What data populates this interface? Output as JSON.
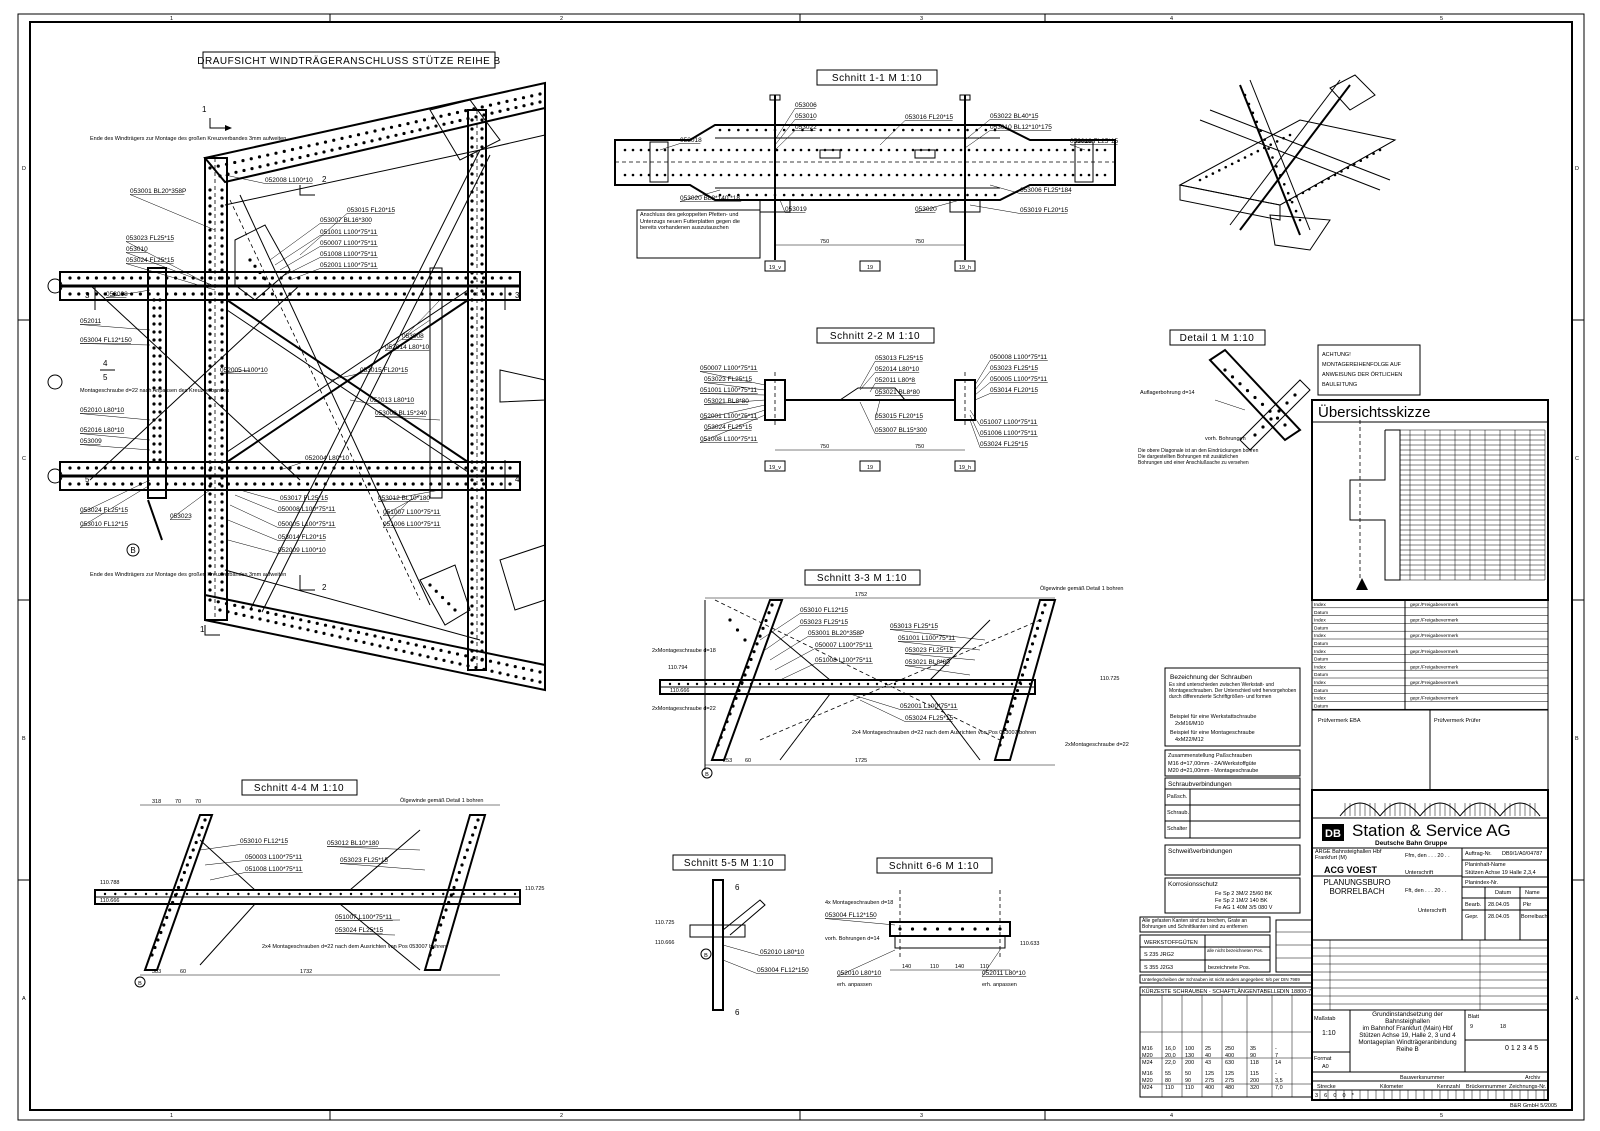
{
  "frame": {
    "cols": [
      "1",
      "2",
      "3",
      "4",
      "5"
    ],
    "rows": [
      "D",
      "C",
      "B",
      "A"
    ]
  },
  "main_view": {
    "title": "DRAUFSICHT WINDTRÄGERANSCHLUSS STÜTZE REIHE B",
    "section_marks": [
      "1",
      "1",
      "2",
      "2",
      "3",
      "3",
      "4",
      "4",
      "5",
      "5"
    ],
    "axis": "B",
    "labels": [
      "053001 BL20*358P",
      "053023 FL25*15",
      "053010",
      "053024 FL25*15",
      "053008",
      "052011",
      "053004 FL12*150",
      "052010 L80*10",
      "052016 L80*10",
      "053009",
      "053024 FL25*15",
      "053010 FL12*15",
      "053023",
      "052008 L100*10",
      "053015 FL20*15",
      "053007 BL16*300",
      "051001 L100*75*11",
      "050007 L100*75*11",
      "051008 L100*75*11",
      "052001 L100*75*11",
      "053008",
      "052014 L80*10",
      "052005 L100*10",
      "053015 FL20*15",
      "052013 L80*10",
      "053008 BL15*240",
      "052004 L80*10",
      "053017 FL25*15",
      "050008 L100*75*11",
      "050005 L100*75*11",
      "053014 FL20*15",
      "052009 L100*10",
      "053012 BL10*180",
      "051007 L100*75*11",
      "051006 L100*75*11"
    ],
    "notes": [
      "Ende des Windträgers zur Montage des großen Kreuzverbandes 3mm aufweiten",
      "Ende des Windträgers zur Montage des großen Kreuzverbandes 3mm aufweiten",
      "Montageschraube d=22 nach Anpassen des Kreuzverbandes"
    ]
  },
  "sections": [
    {
      "title": "Schnitt 1-1   M 1:10",
      "labels": [
        "053006",
        "053010",
        "053022",
        "053018",
        "053016 FL20*15",
        "053022 BL40*15",
        "053010 BL12*10*175",
        "053018 FL25*15",
        "053020 BL8*140,*18",
        "053019",
        "053020",
        "053006 FL25*184",
        "053019 FL20*15"
      ],
      "axes": [
        "19_v",
        "19",
        "19_h"
      ],
      "dims": [
        "750",
        "750"
      ],
      "note": "Anschluss des gekoppelten Pfetten- und Unterzugs neuen Futterplatten gegen die bereits vorhandenen auszutauschen"
    },
    {
      "title": "Schnitt 2-2   M 1:10",
      "labels": [
        "050007 L100*75*11",
        "053023 FL25*15",
        "051001 L100*75*11",
        "053021 BL8*80",
        "052001 L100*75*11",
        "053024 FL25*15",
        "051008 L100*75*11",
        "053013 FL25*15",
        "052014 L80*10",
        "052011 L80*8",
        "053021 BL8*80",
        "053015 FL20*15",
        "053007 BL15*300",
        "050008 L100*75*11",
        "053023 FL25*15",
        "050005 L100*75*11",
        "053014 FL20*15",
        "051007 L100*75*11",
        "051006 L100*75*11",
        "053024 FL25*15"
      ],
      "axes": [
        "19_v",
        "19",
        "19_h"
      ],
      "dims": [
        "750",
        "750"
      ]
    },
    {
      "title": "Schnitt 3-3   M 1:10",
      "labels": [
        "053010 FL12*15",
        "053023 FL25*15",
        "053001 BL20*358P",
        "050007 L100*75*11",
        "051008 L100*75*11",
        "053013 FL25*15",
        "051001 L100*75*11",
        "053023 FL25*15",
        "053021 BL8*80",
        "052001 L100*75*11",
        "053024 FL25*15"
      ],
      "notes": [
        "2xMontageschraube d=18",
        "2xMontageschraube d=22",
        "2x4 Montageschrauben d=22 nach dem Ausrichten von Pos 053007 bohren",
        "Ölgewinde gemäß Detail 1 bohren",
        "2xMontageschraube d=22"
      ],
      "levels": [
        "110.794",
        "110.725",
        "110.666"
      ],
      "dims": [
        "1752",
        "1725",
        "253",
        "60"
      ],
      "axis": "B"
    },
    {
      "title": "Schnitt 4-4   M 1:10",
      "labels": [
        "053010 FL12*15",
        "050003 L100*75*11",
        "051008 L100*75*11",
        "053012 BL10*180",
        "053023 FL25*15",
        "051007 L100*75*11",
        "053024 FL25*15"
      ],
      "notes": [
        "2x4 Montageschrauben d=22 nach dem Ausrichten von Pos 053007 bohren",
        "Ölgewinde gemäß Detail 1 bohren"
      ],
      "levels": [
        "110.788",
        "110.725",
        "110.666"
      ],
      "dims": [
        "318",
        "70",
        "70",
        "1732",
        "383",
        "60"
      ],
      "axis": "B"
    },
    {
      "title": "Schnitt 5-5   M 1:10",
      "labels": [
        "052010 L80*10",
        "053004 FL12*150"
      ],
      "levels": [
        "110.725",
        "110.666"
      ],
      "marks": [
        "6",
        "6"
      ],
      "axis": "B"
    },
    {
      "title": "Schnitt 6-6   M 1:10",
      "labels": [
        "053004 FL12*150",
        "052010 L80*10",
        "052011 L80*10"
      ],
      "notes": [
        "4x Montageschrauben d=18",
        "vorh. Bohrungen d=14",
        "erh. anpassen",
        "erh. anpassen"
      ],
      "dims": [
        "140",
        "110",
        "140",
        "110"
      ],
      "levels": [
        "110.633"
      ]
    }
  ],
  "detail1": {
    "title": "Detail 1   M 1:10",
    "labels": [
      "Auflagerbohrung d=14",
      "vorh. Bohrungen"
    ],
    "note": "Die obere Diagonale ist an den Eindrückungen bohren Die dargestellten Bohrungen mit zusätzlichen Bohrungen und einer Anschlußsache zu versehen"
  },
  "achtung": {
    "lines": [
      "ACHTUNG!",
      "MONTAGEREIHENFOLGE AUF",
      "ANWEISUNG DER ÖRTLICHEN",
      "BAULEITUNG"
    ]
  },
  "overview": {
    "title": "Übersichtsskizze"
  },
  "revisions": {
    "rows": [
      "Index",
      "Datum",
      "Index",
      "Datum",
      "Index",
      "Datum",
      "Index",
      "Datum",
      "Index",
      "Datum",
      "Index",
      "Datum",
      "Index",
      "Datum"
    ],
    "right": "gepr./Freigabevermerk",
    "stamp_left": "Prüfvermerk EBA",
    "stamp_right": "Prüfvermerk Prüfer"
  },
  "notes_box": {
    "title": "Bezeichnung der Schrauben",
    "text": "Es sind unterschieden zwischen Werkstatt- und Montageschrauben. Der Unterschied wird hervorgehoben durch differenzierte Schriftgrößen- und formen",
    "ex1": "Beispiel für eine Werkstattschraube",
    "ex1v": "2xM16/M10",
    "ex2": "Beispiel für eine Montageschraube",
    "ex2v": "4xM22/M12"
  },
  "fit_bolts": {
    "title": "Zusammenstellung Paßschrauben",
    "lines": [
      "M16 d=17,00mm - 2A/Werkstoffgüte",
      "M20 d=21,00mm - Montageschraube"
    ]
  },
  "bolt_connections": {
    "title": "Schraubverbindungen",
    "rows": [
      "Paßsch.",
      "Schraub.",
      "Schalter"
    ]
  },
  "welds": {
    "title": "Schweißverbindungen"
  },
  "corrosion": {
    "title": "Korrosionsschutz",
    "rows": [
      "Fe Sp 2 3M/2 25/60 BK",
      "Fe Sp 2 1M/2 140 BK",
      "Fe AG 1 40M 3/5 080 V"
    ]
  },
  "edges_note": "Alle gefasten Kanten sind zu brechen, Grate an Bohrungen und Schnittkanten sind zu entfernen",
  "materials": {
    "title": "WERKSTOFFGÜTEN",
    "rows": [
      [
        "S 235 JRG2",
        "alle nicht bezeichneten Pos."
      ],
      [
        "S 355 J2G3",
        "bezeichnete Pos."
      ]
    ]
  },
  "bolt_note": "Unterlegscheiben der Schrauben ist nicht anders angegeben: 5/6 per DIN 7989",
  "shaft_table": {
    "title": "KÜRZESTE SCHRAUBEN - SCHAFTLÄNGENTABELLE",
    "din": "DIN 18800-7",
    "rows": [
      [
        "M16",
        "16,0",
        "100",
        "25",
        "250",
        "35",
        "-"
      ],
      [
        "M20",
        "20,0",
        "130",
        "40",
        "400",
        "90",
        "7"
      ],
      [
        "M24",
        "22,0",
        "200",
        "43",
        "630",
        "118",
        "14"
      ],
      [
        "M16",
        "55",
        "50",
        "125",
        "125",
        "115",
        "-"
      ],
      [
        "M20",
        "80",
        "90",
        "275",
        "275",
        "200",
        "3,5"
      ],
      [
        "M24",
        "110",
        "110",
        "400",
        "480",
        "320",
        "7,0"
      ]
    ]
  },
  "title_block": {
    "company": "Station & Service AG",
    "group": "Deutsche Bahn Gruppe",
    "logo": "DB",
    "client": "ARGE Bahnsteighallen Hbf Frankfurt (M)",
    "contractor": "ACG VOEST",
    "planner": "PLANUNGSBURO BORRELBACH",
    "place_date": "Ffm, den . . . 20 . .",
    "place_date2": "Fft, den . . . 20 . .",
    "signature": "Unterschrift",
    "order_no_label": "Auftrag-Nr.",
    "order_no": "DB9/1/A0/04787",
    "plan_name_label": "Planinhalt-Name",
    "plan_name": "Stützen Achse 19 Halle 2,3,4",
    "plan_no_label": "Planindex-Nr.",
    "datum": "Datum",
    "name": "Name",
    "bearb": "Bearb.",
    "bearb_date": "28.04.05",
    "bearb_name": "Pkr",
    "gepr": "Gepr.",
    "gepr_date": "28.04.05",
    "gepr_name": "Borrelbach",
    "project_1": "Grundinstandsetzung der Bahnsteighallen",
    "project_2": "im Bahnhof Frankfurt (Main) Hbf",
    "project_3": "Stützen Achse 19, Halle 2, 3 und 4",
    "project_4": "Montageplan Windträgeranbindung Reihe B",
    "scale_label": "Maßstab",
    "scale": "1:10",
    "format_label": "Format",
    "format": "A0",
    "sheet": "9",
    "sheet_label": "Blatt",
    "count": "18",
    "index": "0 1 2 3 4 5",
    "bauwerk": "Bauwerksnummer",
    "cols": [
      "Strecke",
      "Kilometer",
      "Kennzahl",
      "Brückennummer",
      "Zeichnungs-Nr."
    ],
    "strecke": "3 6 0 0 *",
    "archive": "Archiv",
    "footer": "B&R GmbH 5/2005"
  }
}
